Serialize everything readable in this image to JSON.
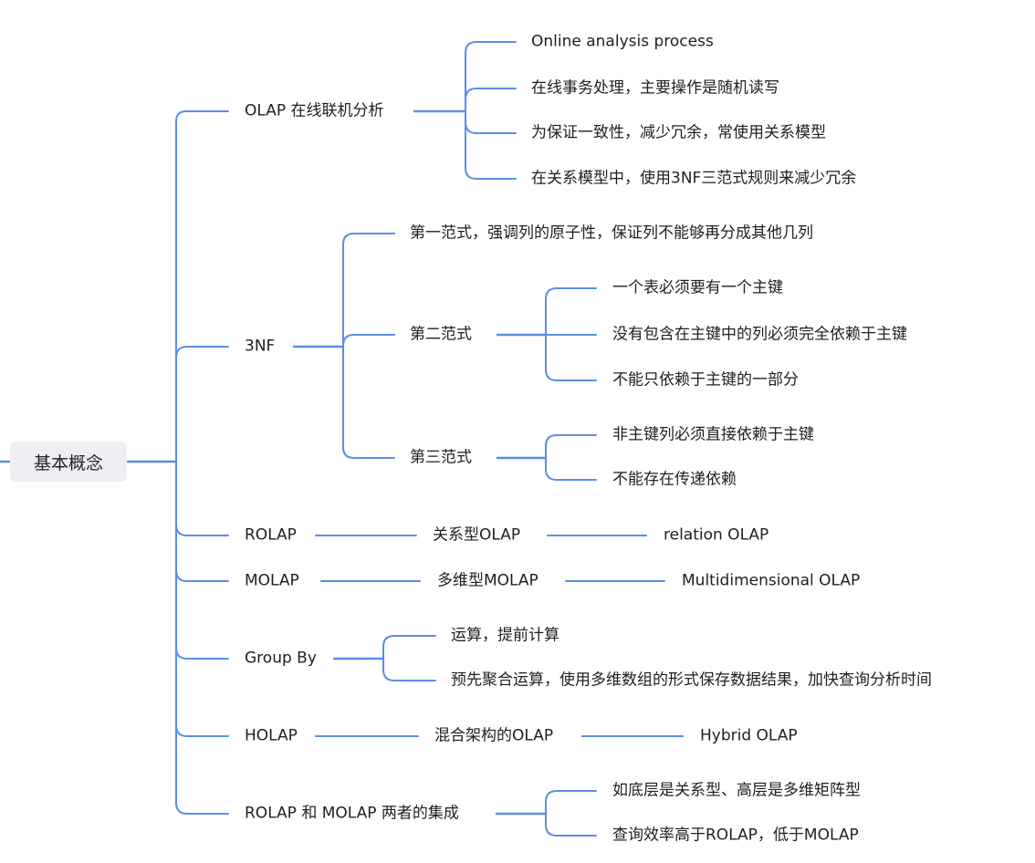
{
  "root": "基本概念",
  "branches": [
    {
      "label": "OLAP 在线联机分析",
      "children": [
        "Online analysis process",
        "在线事务处理，主要操作是随机读写",
        "为保证一致性，减少冗余，常使用关系模型",
        "在关系模型中，使用3NF三范式规则来减少冗余"
      ]
    },
    {
      "label": "3NF",
      "first": "第一范式，强调列的原子性，保证列不能够再分成其他几列",
      "second": {
        "label": "第二范式",
        "children": [
          "一个表必须要有一个主键",
          "没有包含在主键中的列必须完全依赖于主键",
          "不能只依赖于主键的一部分"
        ]
      },
      "third": {
        "label": "第三范式",
        "children": [
          "非主键列必须直接依赖于主键",
          "不能存在传递依赖"
        ]
      }
    },
    {
      "label": "ROLAP",
      "mid": "关系型OLAP",
      "end": "relation OLAP"
    },
    {
      "label": "MOLAP",
      "mid": "多维型MOLAP",
      "end": "Multidimensional OLAP"
    },
    {
      "label": "Group By",
      "children": [
        "运算，提前计算",
        "预先聚合运算，使用多维数组的形式保存数据结果，加快查询分析时间"
      ]
    },
    {
      "label": "HOLAP",
      "mid": "混合架构的OLAP",
      "end": "Hybrid OLAP"
    },
    {
      "label": "ROLAP 和 MOLAP 两者的集成",
      "children": [
        "如底层是关系型、高层是多维矩阵型",
        "查询效率高于ROLAP，低于MOLAP"
      ]
    }
  ]
}
